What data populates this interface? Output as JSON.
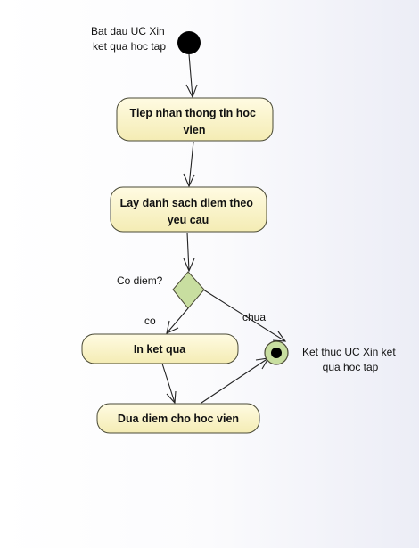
{
  "diagram": {
    "start_label": [
      "Bat dau UC Xin",
      "ket qua hoc tap"
    ],
    "end_label": [
      "Ket thuc UC Xin ket",
      "qua hoc tap"
    ],
    "actions": [
      {
        "line1": "Tiep nhan thong tin hoc",
        "line2": "vien"
      },
      {
        "line1": "Lay danh sach diem theo",
        "line2": "yeu cau"
      },
      {
        "line1": "In ket qua",
        "line2": ""
      },
      {
        "line1": "Dua diem cho hoc vien",
        "line2": ""
      }
    ],
    "decision_label": "Co diem?",
    "guard_yes": "co",
    "guard_no": "chua"
  },
  "colors": {
    "action_fill_top": "#fffbe2",
    "action_fill_bottom": "#f6eeb6",
    "decision_fill": "#c8dea0",
    "node_fill": "#000000",
    "final_ring": "#c8dea0"
  }
}
